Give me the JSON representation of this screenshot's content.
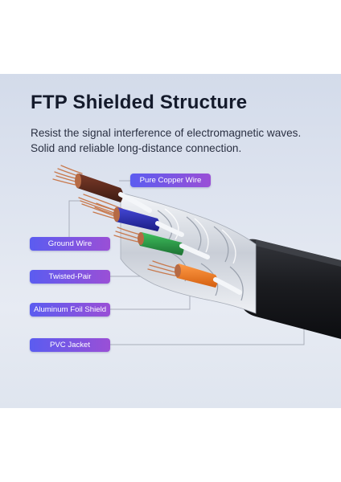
{
  "title": "FTP Shielded Structure",
  "subtitle_lines": [
    "Resist the signal interference of electromagnetic waves.",
    "Solid and reliable long-distance connection."
  ],
  "labels": {
    "pure_copper_wire": "Pure Copper Wire",
    "ground_wire": "Ground Wire",
    "twisted_pair": "Twisted-Pair",
    "aluminum_foil_shield": "Aluminum Foil Shield",
    "pvc_jacket": "PVC Jacket"
  },
  "colors": {
    "label_gradient_start": "#5b5cf0",
    "label_gradient_end": "#9a4fd6",
    "jacket": "#1b1c20",
    "copper": "#c8794d",
    "pair_brown": "#5a2a1e",
    "pair_blue": "#2c2fb0",
    "pair_green": "#2c9a45",
    "pair_orange": "#ef7a22",
    "foil": "#d8dce3"
  }
}
